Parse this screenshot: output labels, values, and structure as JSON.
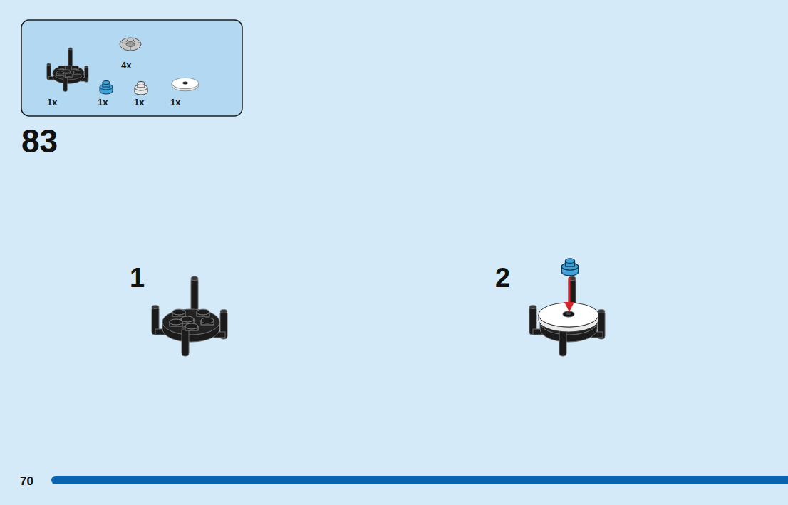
{
  "diagram": {
    "nodes": [
      {
        "text": [
          "4x",
          "1x",
          "1x",
          "1x",
          "1x"
        ]
      }
    ],
    "labels": [
      "83",
      "1",
      "2",
      "70"
    ]
  }
}
